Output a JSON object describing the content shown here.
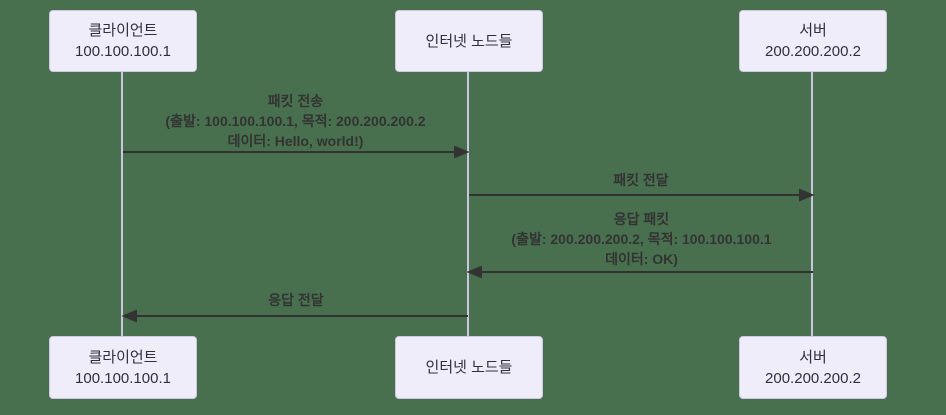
{
  "diagram": {
    "type": "sequence-diagram",
    "colors": {
      "background": "#48704f",
      "actor_fill": "#f0edfb",
      "actor_border": "#cdc7e2",
      "lifeline": "#cbc5df",
      "message_text": "#333333",
      "arrow": "#333333"
    }
  },
  "actors": [
    {
      "id": "client",
      "lines": [
        "클라이언트",
        "100.100.100.1"
      ]
    },
    {
      "id": "internet",
      "lines": [
        "인터넷 노드들"
      ]
    },
    {
      "id": "server",
      "lines": [
        "서버",
        "200.200.200.2"
      ]
    }
  ],
  "messages": [
    {
      "from": "client",
      "to": "internet",
      "direction": "right",
      "lines": [
        "패킷 전송",
        "(출발: 100.100.100.1, 목적: 200.200.200.2",
        "데이터: Hello, world!)"
      ]
    },
    {
      "from": "internet",
      "to": "server",
      "direction": "right",
      "lines": [
        "패킷 전달"
      ]
    },
    {
      "from": "server",
      "to": "internet",
      "direction": "left",
      "lines": [
        "응답 패킷",
        "(출발: 200.200.200.2, 목적: 100.100.100.1",
        "데이터: OK)"
      ]
    },
    {
      "from": "internet",
      "to": "client",
      "direction": "left",
      "lines": [
        "응답 전달"
      ]
    }
  ]
}
